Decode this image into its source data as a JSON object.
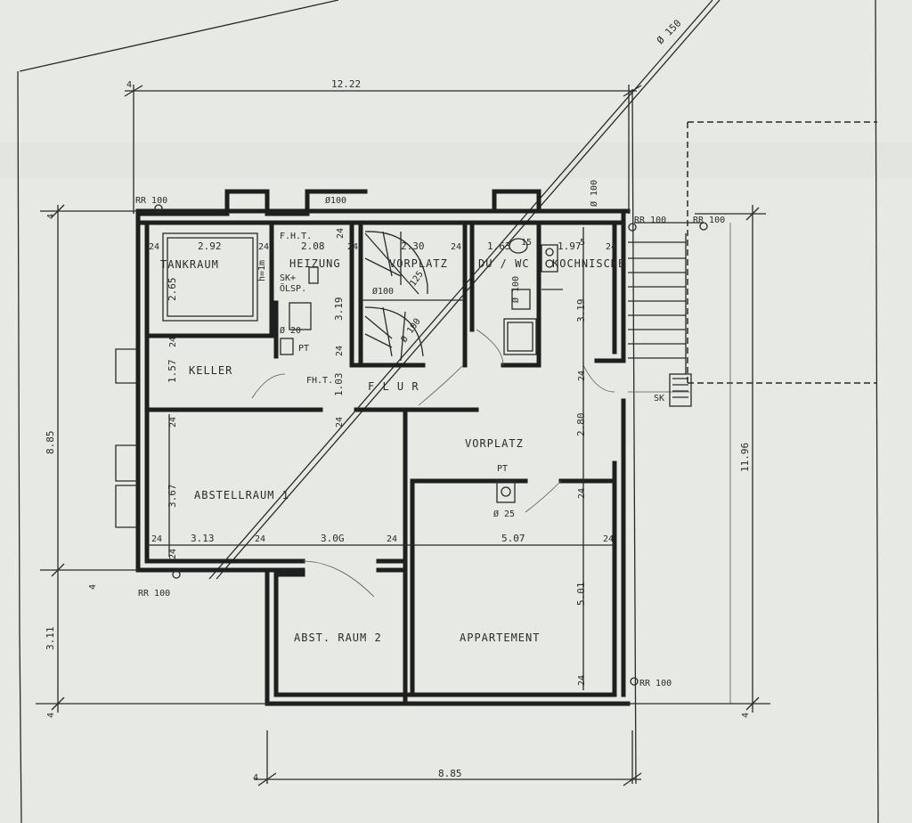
{
  "rooms": {
    "tankraum": "TANKRAUM",
    "heizung": "HEIZUNG",
    "vorplatz_top": "VORPLATZ",
    "du_wc": "DU / WC",
    "kochnische": "KOCHNISCHE",
    "keller": "KELLER",
    "flur": "F L U R",
    "vorplatz_mid": "VORPLATZ",
    "abstellraum1": "ABSTELLRAUM 1",
    "abstraum2": "ABST. RAUM 2",
    "appartement": "APPARTEMENT"
  },
  "dimensions": {
    "top_total": "12.22",
    "bottom_total": "8.85",
    "left_total": "8.85",
    "left_lower": "3.11",
    "right_total": "11.96",
    "tank_w": "2.92",
    "heiz_w": "2.08",
    "vorplatz_w": "2.30",
    "du_w": "1.63",
    "koch_w": "1.97",
    "tank_h": "2.65",
    "heiz_h": "3.19",
    "koch_h": "3.19",
    "keller_h": "1.57",
    "flur_h": "1.03",
    "vorplatz_h": "2.80",
    "abst1_h": "3.67",
    "abst1_w": "3.13",
    "mid_w": "3.0G",
    "app_w": "5.07",
    "app_h": "5.01",
    "wall_24": "24",
    "wall_4": "4",
    "wall_5": "5",
    "wall_15": "15"
  },
  "annotations": {
    "rr_top_left": "RR 100",
    "rr_top_mid": "RR 100",
    "rr_top_right": "RR 100",
    "rr_bottom_left": "RR 100",
    "rr_bottom_right": "RR 100",
    "dia150": "Ø 150",
    "dia100_top": "Ø100",
    "dia100_right": "Ø 100",
    "dia100_stair": "Ø100",
    "dia100_diag": "Ø 100",
    "dia100_wc": "Ø 100",
    "dia125": "125",
    "dia20": "Ø 20",
    "dia25": "Ø 25",
    "fht1": "F.H.T.",
    "fht2": "FH.T.",
    "h1m": "h=1m",
    "sk_oelsp": "SK+",
    "oelsp": "ÖLSP.",
    "pt1": "PT",
    "pt2": "PT",
    "sk": "SK"
  }
}
